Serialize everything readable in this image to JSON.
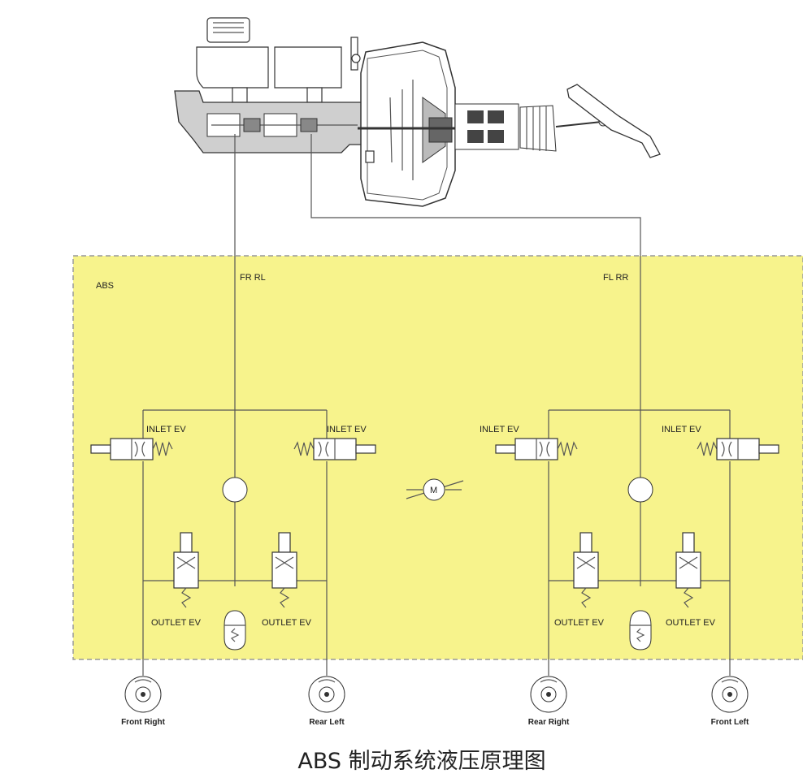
{
  "module_label": "ABS",
  "circuits": [
    {
      "line_label": "FR RL",
      "inlet_left": "INLET EV",
      "inlet_right": "INLET EV",
      "outlet_left": "OUTLET EV",
      "outlet_right": "OUTLET EV",
      "wheel_left": "Front Right",
      "wheel_right": "Rear Left"
    },
    {
      "line_label": "FL RR",
      "inlet_left": "INLET EV",
      "inlet_right": "INLET EV",
      "outlet_left": "OUTLET EV",
      "outlet_right": "OUTLET EV",
      "wheel_left": "Rear Right",
      "wheel_right": "Front Left"
    }
  ],
  "motor_label": "M",
  "caption": "ABS 制动系统液压原理图",
  "colors": {
    "abs_zone": "#f7f38c",
    "abs_border": "#999999",
    "line": "#555555"
  }
}
